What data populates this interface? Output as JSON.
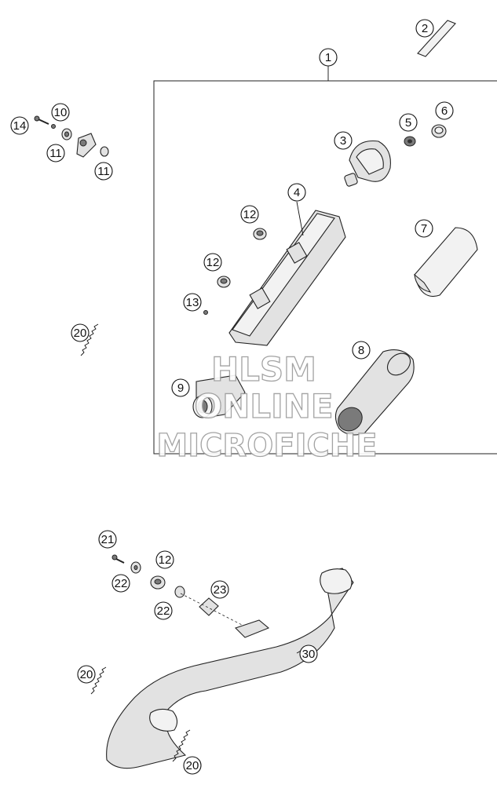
{
  "callouts": [
    {
      "id": "c1",
      "label": "1"
    },
    {
      "id": "c2",
      "label": "2"
    },
    {
      "id": "c3",
      "label": "3"
    },
    {
      "id": "c4",
      "label": "4"
    },
    {
      "id": "c5",
      "label": "5"
    },
    {
      "id": "c6",
      "label": "6"
    },
    {
      "id": "c7",
      "label": "7"
    },
    {
      "id": "c8",
      "label": "8"
    },
    {
      "id": "c9",
      "label": "9"
    },
    {
      "id": "c10",
      "label": "10"
    },
    {
      "id": "c11a",
      "label": "11"
    },
    {
      "id": "c11b",
      "label": "11"
    },
    {
      "id": "c12a",
      "label": "12"
    },
    {
      "id": "c12b",
      "label": "12"
    },
    {
      "id": "c12c",
      "label": "12"
    },
    {
      "id": "c13",
      "label": "13"
    },
    {
      "id": "c14",
      "label": "14"
    },
    {
      "id": "c20a",
      "label": "20"
    },
    {
      "id": "c20b",
      "label": "20"
    },
    {
      "id": "c20c",
      "label": "20"
    },
    {
      "id": "c21",
      "label": "21"
    },
    {
      "id": "c22a",
      "label": "22"
    },
    {
      "id": "c22b",
      "label": "22"
    },
    {
      "id": "c23",
      "label": "23"
    },
    {
      "id": "c30",
      "label": "30"
    }
  ],
  "watermark": {
    "line1": "HLSM",
    "line2": "ONLINE",
    "line3": "MICROFICHE"
  }
}
